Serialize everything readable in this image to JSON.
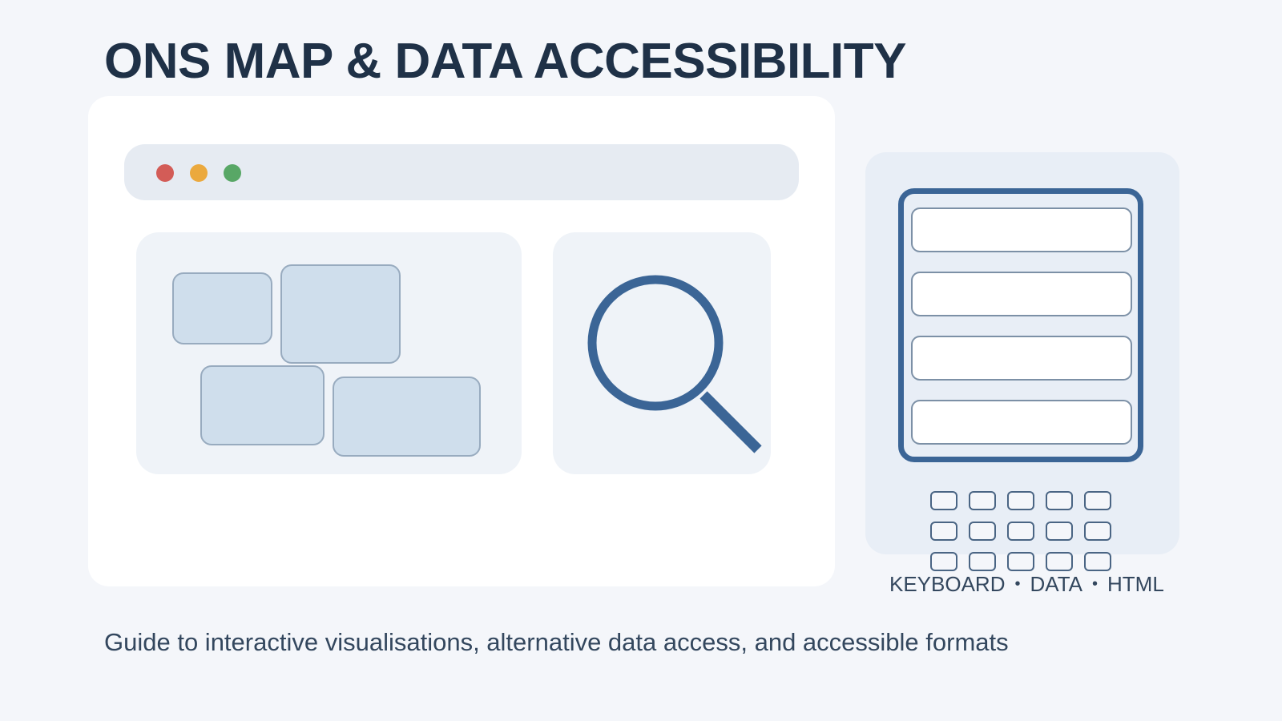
{
  "header": {
    "title": "ONS MAP & DATA ACCESSIBILITY"
  },
  "browser": {
    "window_controls": [
      "close-dot",
      "minimize-dot",
      "maximize-dot"
    ],
    "control_colors": [
      "#d35c57",
      "#eba93e",
      "#58a766"
    ]
  },
  "form": {
    "field_count": 4
  },
  "features": {
    "items": [
      "KEYBOARD",
      "DATA",
      "HTML"
    ],
    "separator": "•"
  },
  "subtitle": "Guide to interactive visualisations, alternative data access, and accessible formats",
  "colors": {
    "title": "#1f3147",
    "accent": "#3b6596",
    "region_fill": "#cfdeec",
    "background": "#f4f6fa"
  },
  "icons": {
    "magnifier": "magnifying-glass-icon",
    "keyboard": "keyboard-icon"
  }
}
